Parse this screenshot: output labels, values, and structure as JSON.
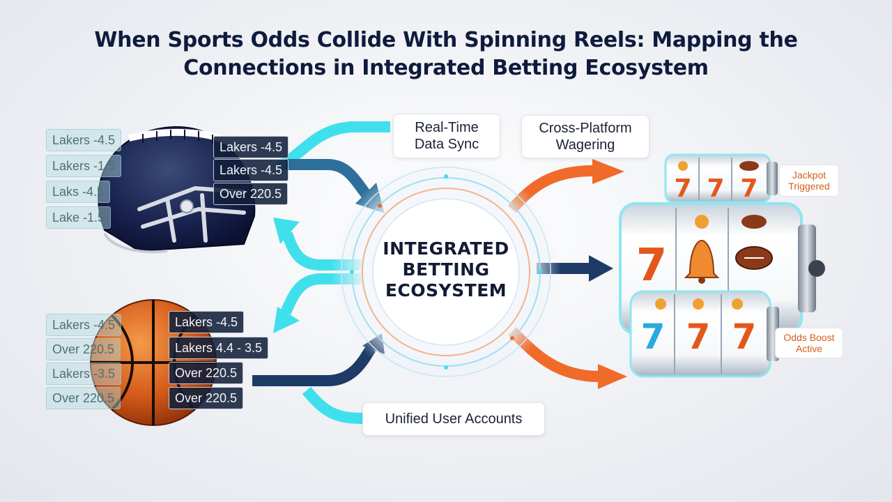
{
  "title": {
    "line1": "When Sports Odds Collide With Spinning Reels: Mapping the",
    "line2": "Connections in Integrated Betting Ecosystem"
  },
  "hub": {
    "line1": "INTEGRATED",
    "line2": "BETTING",
    "line3": "ECOSYSTEM"
  },
  "connections": {
    "realtime": {
      "line1": "Real-Time",
      "line2": "Data Sync"
    },
    "crossplatform": {
      "line1": "Cross-Platform",
      "line2": "Wagering"
    },
    "unified": "Unified User Accounts"
  },
  "badges": {
    "jackpot": {
      "line1": "Jackpot",
      "line2": "Triggered"
    },
    "oddsboost": {
      "line1": "Odds Boost",
      "line2": "Active"
    }
  },
  "football_odds": {
    "ghost": [
      "Lakers -4.5",
      "Lakers -1.5",
      "Laks -4.5",
      "Lake -1.5"
    ],
    "solid": [
      "Lakers -4.5",
      "Lakers -4.5",
      "Over 220.5"
    ]
  },
  "basketball_odds": {
    "ghost": [
      "Lakers -4.5",
      "Over 220.5",
      "Lakers -3.5",
      "Over 220.5"
    ],
    "solid": [
      "Lakers -4.5",
      "Lakers 4.4 - 3.5",
      "Over 220.5",
      "Over 220.5"
    ]
  },
  "colors": {
    "title": "#0f1b3d",
    "cyan_arrow": "#3fe0ec",
    "navy_arrow": "#1e3a66",
    "orange_arrow": "#f06a2a",
    "badge_text": "#d35f1c"
  },
  "icons": {
    "football": "football-helmet-icon",
    "basketball": "basketball-icon",
    "slots": "slot-machine-reels-icon"
  }
}
